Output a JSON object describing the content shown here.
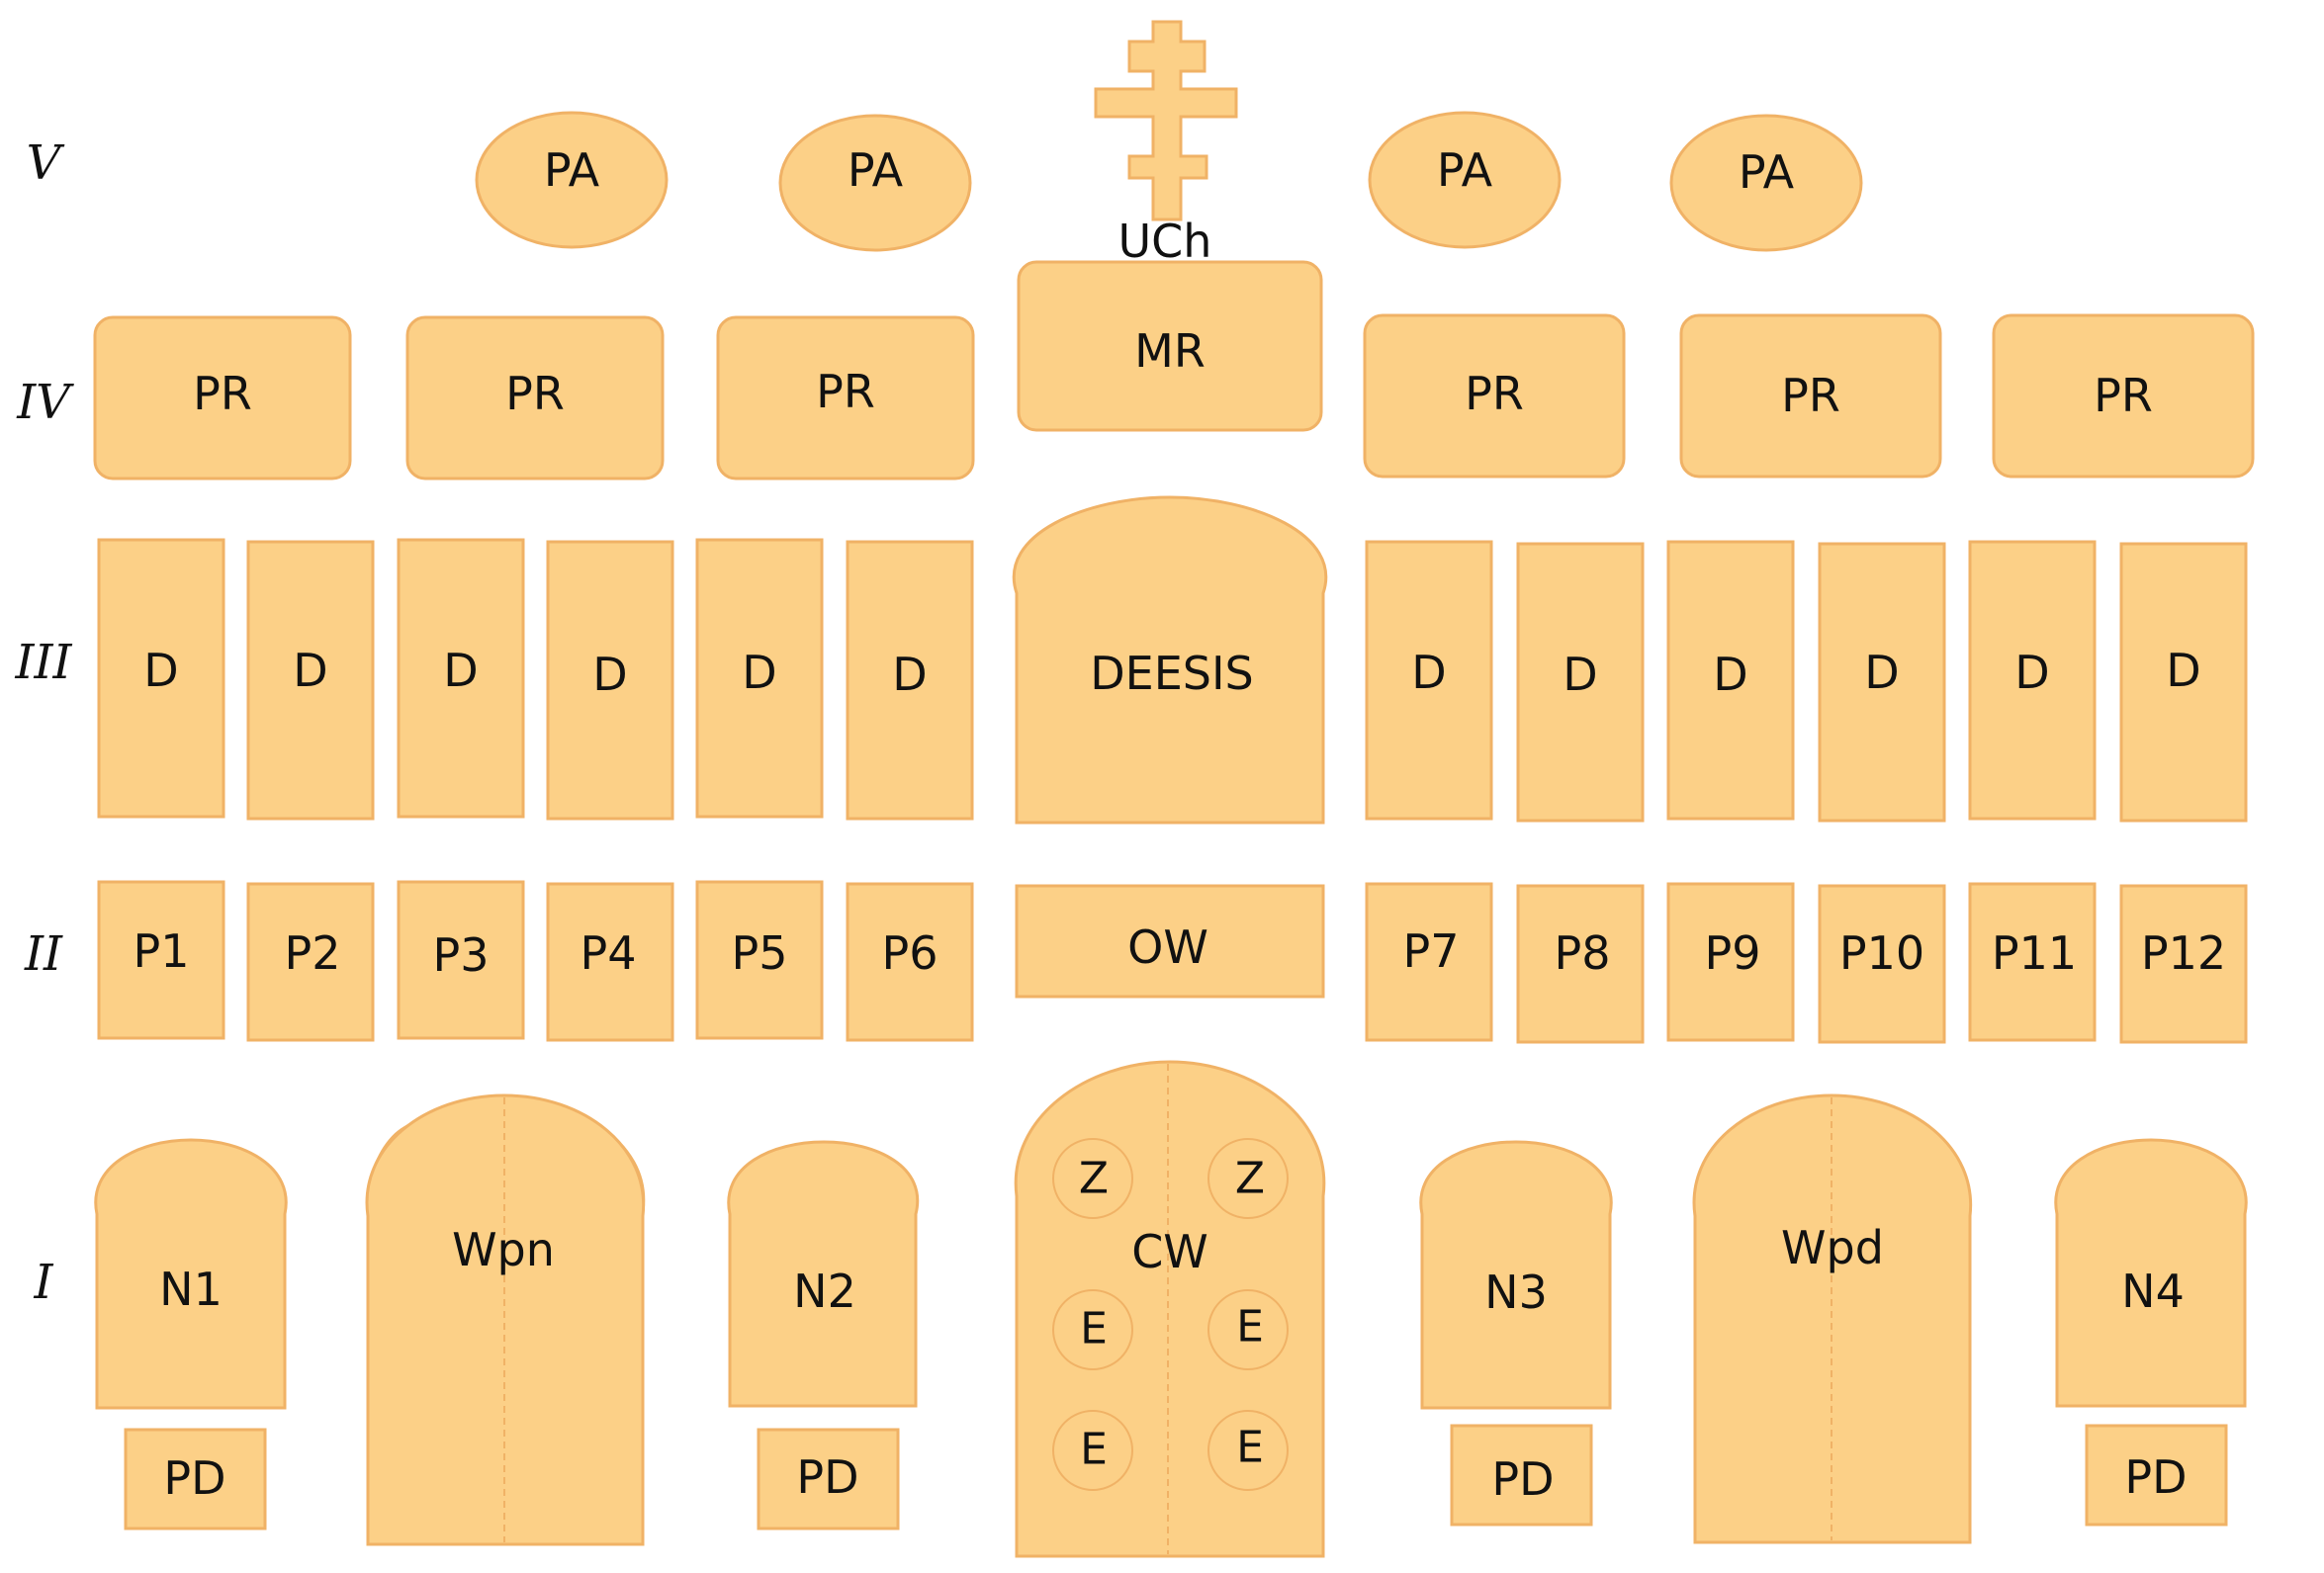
{
  "colors": {
    "panel_fill": "#fcd087",
    "panel_stroke": "#f0b266",
    "text": "#111111"
  },
  "tiers": {
    "V": "V",
    "IV": "IV",
    "III": "III",
    "II": "II",
    "I": "I"
  },
  "row5": {
    "pa_1": "PA",
    "pa_2": "PA",
    "pa_3": "PA",
    "pa_4": "PA",
    "cross_label": "UCh"
  },
  "row4": {
    "pr_1": "PR",
    "pr_2": "PR",
    "pr_3": "PR",
    "mr": "MR",
    "pr_4": "PR",
    "pr_5": "PR",
    "pr_6": "PR"
  },
  "row3": {
    "left": [
      "D",
      "D",
      "D",
      "D",
      "D",
      "D"
    ],
    "deesis": "DEESIS",
    "right": [
      "D",
      "D",
      "D",
      "D",
      "D",
      "D"
    ]
  },
  "row2": {
    "left": [
      "P1",
      "P2",
      "P3",
      "P4",
      "P5",
      "P6"
    ],
    "ow": "OW",
    "right": [
      "P7",
      "P8",
      "P9",
      "P10",
      "P11",
      "P12"
    ]
  },
  "row1": {
    "n1": "N1",
    "wpn": "Wpn",
    "n2": "N2",
    "cw": "CW",
    "n3": "N3",
    "wpd": "Wpd",
    "n4": "N4",
    "pd_1": "PD",
    "pd_2": "PD",
    "pd_3": "PD",
    "pd_4": "PD",
    "cw_medallions": [
      "Z",
      "Z",
      "E",
      "E",
      "E",
      "E"
    ]
  }
}
